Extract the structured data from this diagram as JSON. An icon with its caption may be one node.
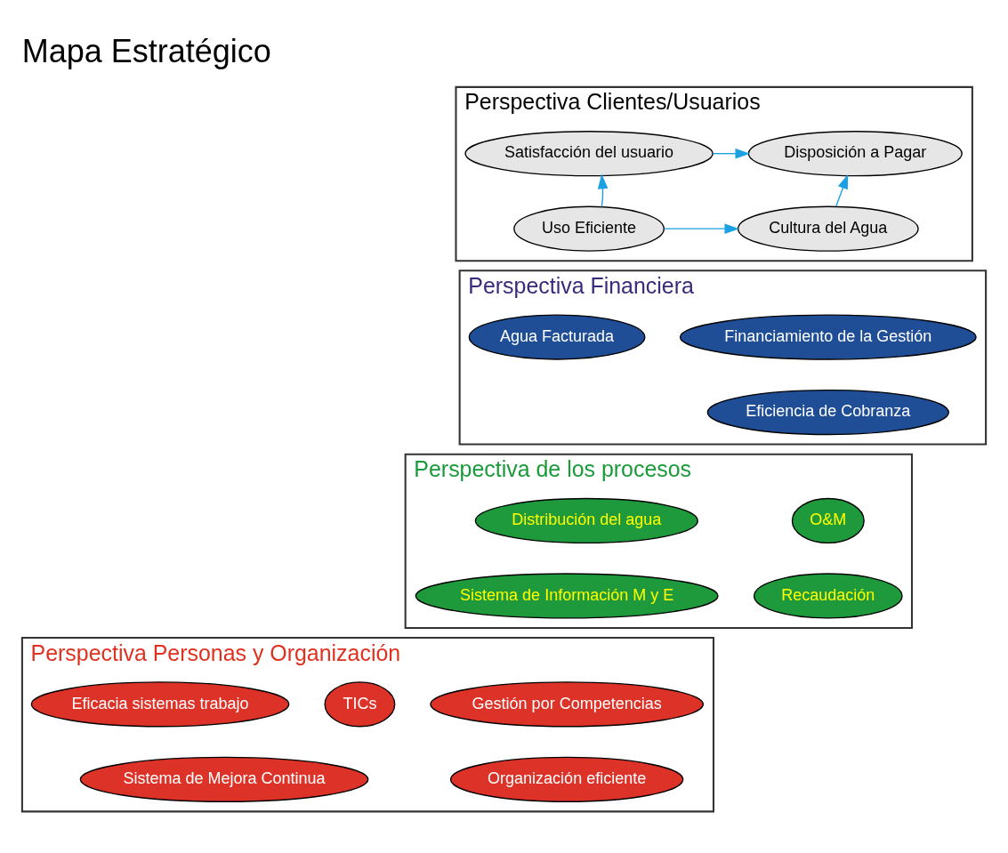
{
  "diagram": {
    "title": "Mapa Estratégico",
    "nodes": [
      {
        "text": [
          "Perspectiva Clientes/Usuarios"
        ]
      },
      {
        "text": [
          "Satisfacción del usuario"
        ],
        "in": 0
      },
      {
        "text": [
          "Disposición a Pagar"
        ],
        "in": 0
      },
      {
        "text": [
          "Uso Eficiente"
        ],
        "in": 0
      },
      {
        "text": [
          "Cultura del Agua"
        ],
        "in": 0
      },
      {
        "text": [
          "Perspectiva Financiera"
        ]
      },
      {
        "text": [
          "Financiamiento de la Gestión"
        ],
        "in": 5
      },
      {
        "text": [
          "Agua Facturada"
        ],
        "in": 5
      },
      {
        "text": [
          "Eficiencia de Cobranza"
        ],
        "in": 5
      },
      {
        "text": [
          "Perspectiva de los procesos"
        ]
      },
      {
        "text": [
          "O&M"
        ],
        "in": 9
      },
      {
        "text": [
          "Distribución del agua"
        ],
        "in": 9
      },
      {
        "text": [
          "Recaudación"
        ],
        "in": 9
      },
      {
        "text": [
          "Sistema de Información M y E"
        ],
        "in": 9
      },
      {
        "text": [
          "Perspectiva Personas y Organización"
        ]
      },
      {
        "text": [
          "Gestión por Competencias"
        ],
        "in": 14
      },
      {
        "text": [
          "TICs"
        ],
        "in": 14
      },
      {
        "text": [
          "Eficacia sistemas trabajo"
        ],
        "in": 14
      },
      {
        "text": [
          "Organización eficiente"
        ],
        "in": 14
      },
      {
        "text": [
          "Sistema de Mejora Continua"
        ],
        "in": 14
      }
    ],
    "edges": [
      {
        "from": 1,
        "to": 2,
        "arrow": "to"
      },
      {
        "from": 4,
        "to": 2,
        "arrow": "to"
      },
      {
        "from": 3,
        "to": 1,
        "arrow": "to"
      },
      {
        "from": 3,
        "to": 4,
        "arrow": "to"
      }
    ]
  }
}
